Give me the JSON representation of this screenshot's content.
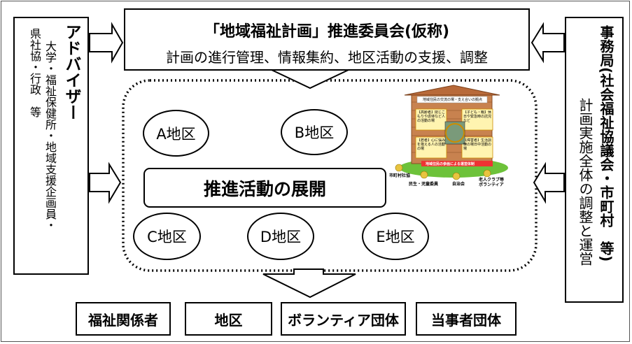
{
  "committee": {
    "title": "「地域福祉計画」推進委員会(仮称)",
    "subtitle": "計画の進行管理、情報集約、地区活動の支援、調整"
  },
  "advisor": {
    "title": "アドバイザー",
    "line1": "大学・福祉保健所・地域支援企画員・",
    "line2": "県社協・行政　等"
  },
  "secretariat": {
    "title": "事務局(社会福祉協議会・市町村　等)",
    "subtitle": "計画実施全体の調整と運営"
  },
  "districts": {
    "a": "A地区",
    "b": "B地区",
    "c": "C地区",
    "d": "D地区",
    "e": "E地区"
  },
  "promotion": {
    "label": "推進活動の展開"
  },
  "illustration": {
    "roof_caption": "地域住民の交流の場・支え合いの拠点",
    "cell1": "【高齢者】閉じこもりや虐待など人の活動の場",
    "cell2": "【子ども・親】休日や緊急時の託児など",
    "cell3": "【若者】心に悩みを抱える人の活動の場",
    "cell4": "【障害者】生活訓練の場日中活動の場",
    "banner": "地域住民の参画による運営体制",
    "p1": "市町村社協",
    "p2": "民生・児童委員",
    "p3": "自治会",
    "p4": "老人クラブ等ボランティア"
  },
  "bottom": [
    "福祉関係者",
    "地区",
    "ボランティア団体",
    "当事者団体"
  ]
}
